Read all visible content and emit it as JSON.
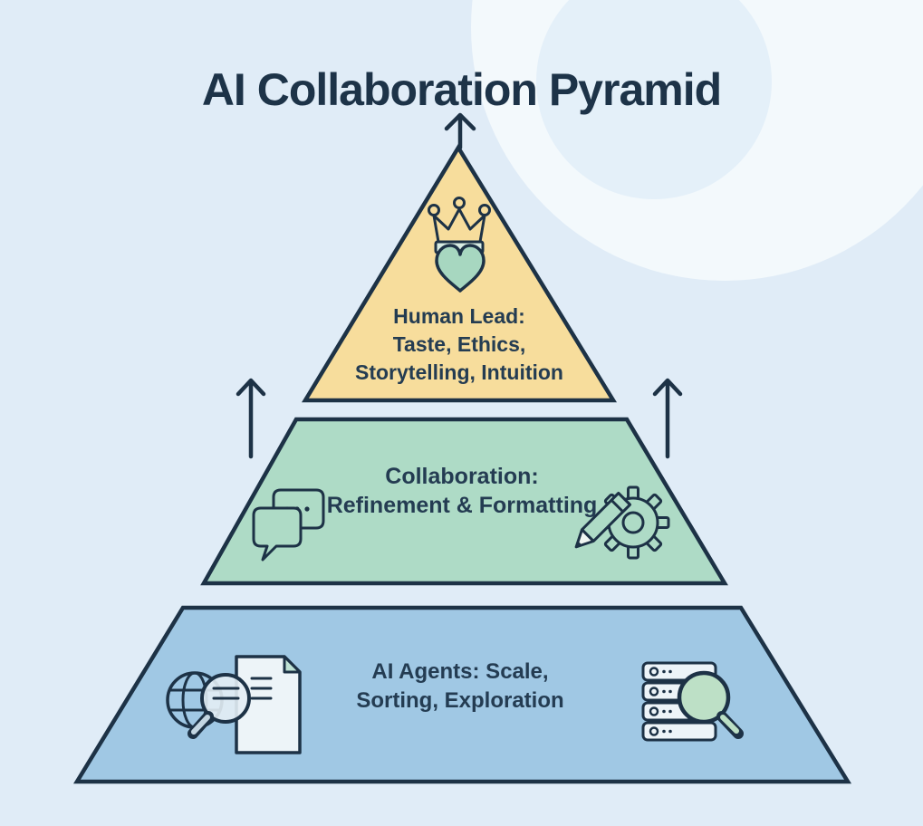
{
  "title": "AI Collaboration Pyramid",
  "colors": {
    "background": "#e0ecf7",
    "outline": "#1d3246",
    "text": "#243c52",
    "tier_top": "#f7dd9c",
    "tier_middle": "#aedbc6",
    "tier_bottom": "#a0c8e4",
    "heart": "#a7d7c0",
    "lens_green": "#bde0c6",
    "paper": "#edf4f8",
    "paper_fold": "#bfe2d4",
    "lens_glass": "#e3edf4",
    "handle_blue": "#c3d6e2",
    "handle_green": "#bcdfc5",
    "pencil_tip": "#f0f6f2",
    "crown_band": "#d8ece2"
  },
  "tiers": [
    {
      "name": "Human Lead",
      "fill": "#f7dd9c",
      "lines": [
        "Human Lead:",
        "Taste, Ethics,",
        "Storytelling, Intuition"
      ],
      "icons": [
        "crown-icon",
        "heart-icon"
      ]
    },
    {
      "name": "Collaboration",
      "fill": "#aedbc6",
      "lines": [
        "Collaboration:",
        "Refinement & Formatting"
      ],
      "icons": [
        "chat-bubbles-icon",
        "pencil-gear-icon"
      ]
    },
    {
      "name": "AI Agents",
      "fill": "#a0c8e4",
      "lines": [
        "AI Agents: Scale,",
        "Sorting, Exploration"
      ],
      "icons": [
        "globe-document-search-icon",
        "database-search-icon"
      ]
    }
  ],
  "arrows": [
    "up-arrow-top",
    "up-arrow-left",
    "up-arrow-right"
  ]
}
